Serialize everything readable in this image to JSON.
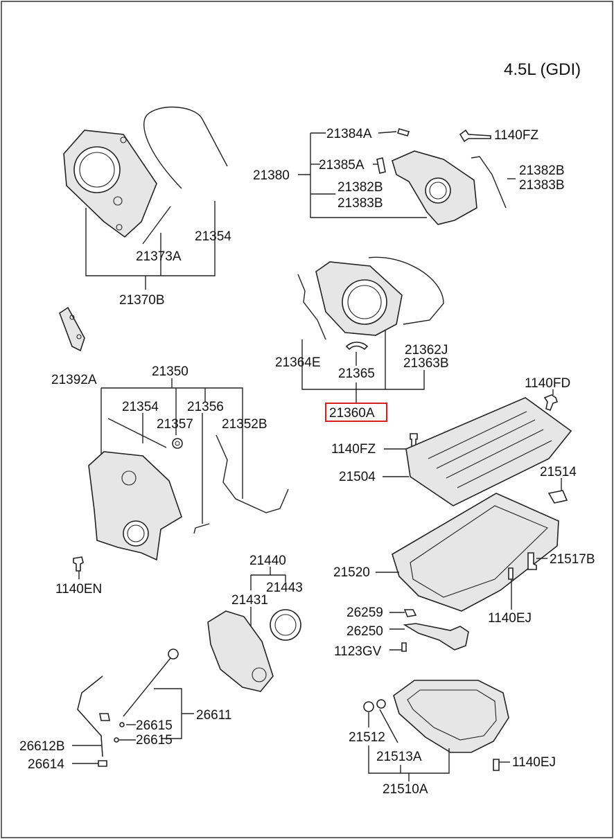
{
  "engine_label": "4.5L (GDI)",
  "colors": {
    "highlight": "#d81e1e",
    "line": "#222222"
  },
  "highlighted_part": "21360A",
  "labels": {
    "p21384A": "21384A",
    "p1140FZ_top": "1140FZ",
    "p21380": "21380",
    "p21385A": "21385A",
    "p21382B_left": "21382B",
    "p21383B_left": "21383B",
    "p21382B_right": "21382B",
    "p21383B_right": "21383B",
    "p21354_top": "21354",
    "p21373A": "21373A",
    "p21370B": "21370B",
    "p21392A": "21392A",
    "p21364E": "21364E",
    "p21365": "21365",
    "p21362J": "21362J",
    "p21363B_mid": "21363B",
    "p21360A": "21360A",
    "p21350": "21350",
    "p21354_mid": "21354",
    "p21356": "21356",
    "p21357": "21357",
    "p21352B": "21352B",
    "p1140FD": "1140FD",
    "p1140FZ_mid": "1140FZ",
    "p21504": "21504",
    "p21514": "21514",
    "p21520": "21520",
    "p21517B": "21517B",
    "p1140EJ_mid": "1140EJ",
    "p26259": "26259",
    "p26250": "26250",
    "p1123GV": "1123GV",
    "p1140EN": "1140EN",
    "p21440": "21440",
    "p21431": "21431",
    "p21443": "21443",
    "p26611": "26611",
    "p26615_a": "26615",
    "p26615_b": "26615",
    "p26612B": "26612B",
    "p26614": "26614",
    "p21512": "21512",
    "p21513A": "21513A",
    "p1140EJ_bot": "1140EJ",
    "p21510A": "21510A"
  }
}
